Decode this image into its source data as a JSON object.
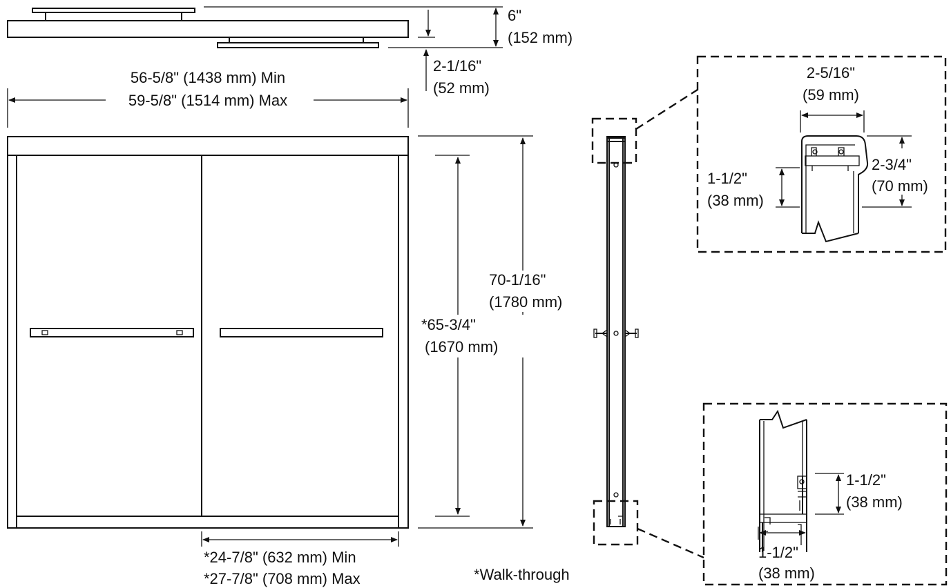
{
  "dimensions": {
    "depth": [
      "6\"",
      "(152 mm)"
    ],
    "offset": [
      "2-1/16\"",
      "(52 mm)"
    ],
    "width_min": "56-5/8\" (1438 mm) Min",
    "width_max": "59-5/8\" (1514 mm) Max",
    "overall_height": [
      "70-1/16\"",
      "(1780 mm)"
    ],
    "opening_height": [
      "*65-3/4\"",
      "(1670 mm)"
    ],
    "walk_min": "*24-7/8\" (632 mm) Min",
    "walk_max": "*27-7/8\" (708 mm) Max",
    "footnote": "*Walk-through"
  },
  "top_detail": {
    "width": [
      "2-5/16\"",
      "(59 mm)"
    ],
    "height": [
      "2-3/4\"",
      "(70 mm)"
    ],
    "inset": [
      "1-1/2\"",
      "(38 mm)"
    ]
  },
  "bottom_detail": {
    "height": [
      "1-1/2\"",
      "(38 mm)"
    ],
    "width": [
      "1-1/2\"",
      "(38 mm)"
    ]
  }
}
